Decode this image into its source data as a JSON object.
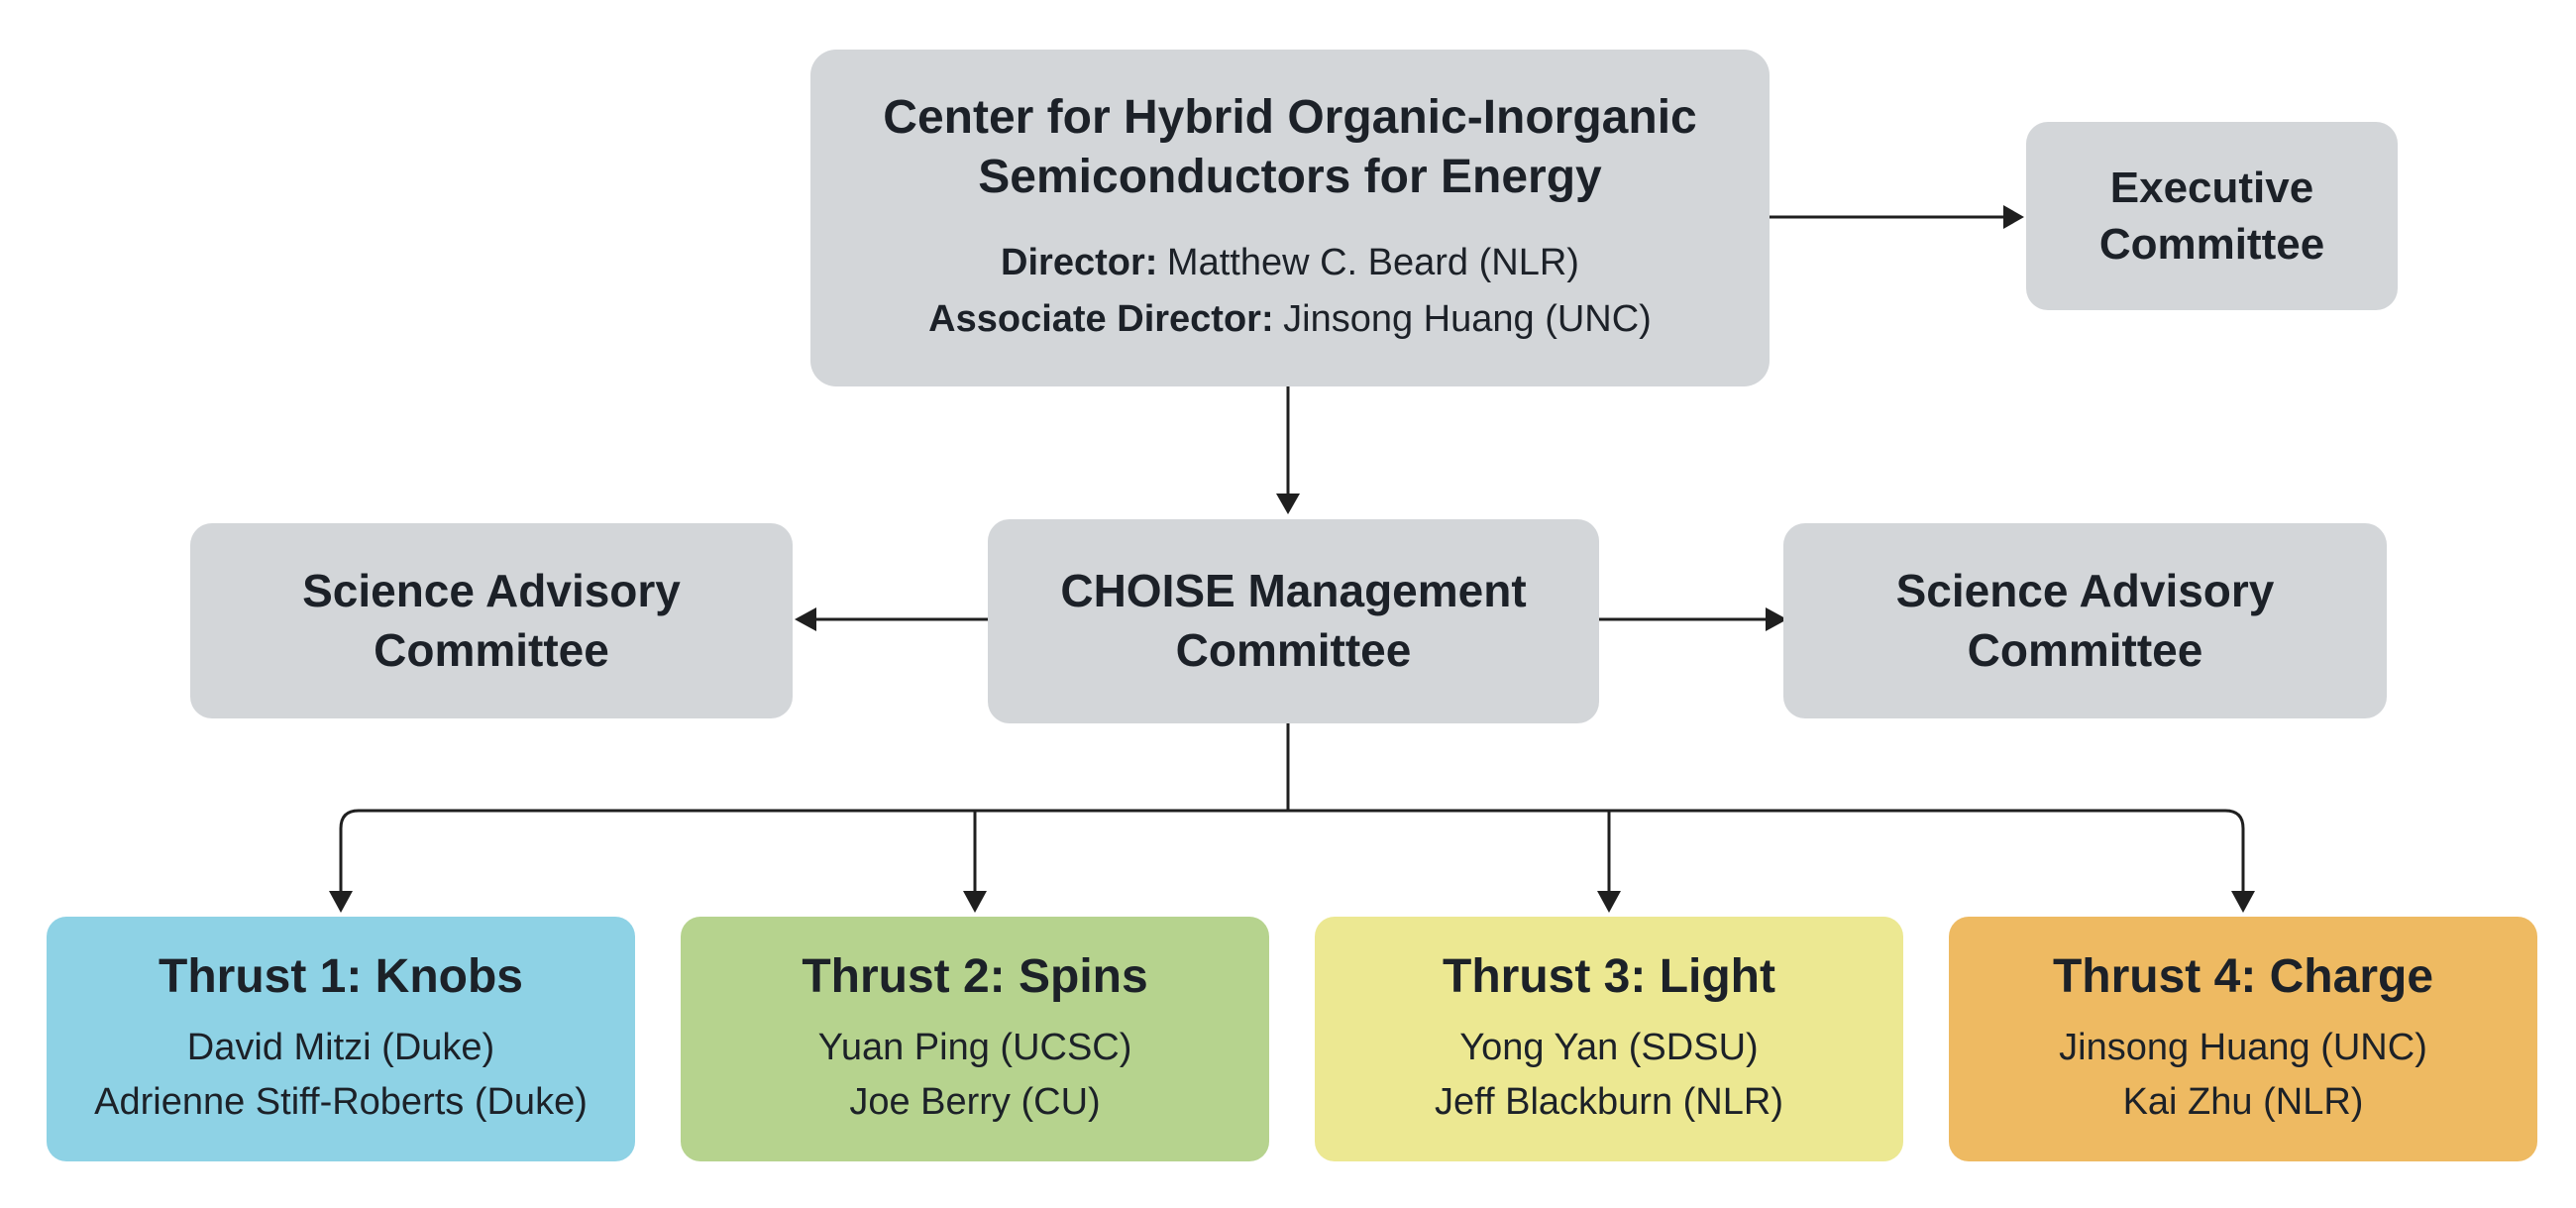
{
  "diagram": {
    "root": {
      "title_line1": "Center for Hybrid Organic-Inorganic",
      "title_line2": "Semiconductors for Energy",
      "director_label": "Director:",
      "director_name": "Matthew C. Beard (NLR)",
      "associate_director_label": "Associate Director:",
      "associate_director_name": "Jinsong Huang (UNC)"
    },
    "executive_committee": {
      "label": "Executive Committee"
    },
    "management_committee": {
      "label": "CHOISE Management Committee"
    },
    "science_advisory_left": {
      "label": "Science Advisory Committee"
    },
    "science_advisory_right": {
      "label": "Science Advisory Committee"
    },
    "thrusts": [
      {
        "title": "Thrust 1: Knobs",
        "members": [
          "David Mitzi (Duke)",
          "Adrienne Stiff-Roberts (Duke)"
        ],
        "color": "#8ed2e5"
      },
      {
        "title": "Thrust 2: Spins",
        "members": [
          "Yuan Ping (UCSC)",
          "Joe Berry (CU)"
        ],
        "color": "#b6d38e"
      },
      {
        "title": "Thrust 3: Light",
        "members": [
          "Yong Yan (SDSU)",
          "Jeff Blackburn (NLR)"
        ],
        "color": "#ece892"
      },
      {
        "title": "Thrust 4: Charge",
        "members": [
          "Jinsong Huang (UNC)",
          "Kai Zhu (NLR)"
        ],
        "color": "#eeba62"
      }
    ],
    "colors": {
      "committee_box_gray": "#d3d6d9",
      "arrow_black": "#1f1f1f",
      "text_dark": "#1c2128",
      "background": "#ffffff"
    }
  }
}
